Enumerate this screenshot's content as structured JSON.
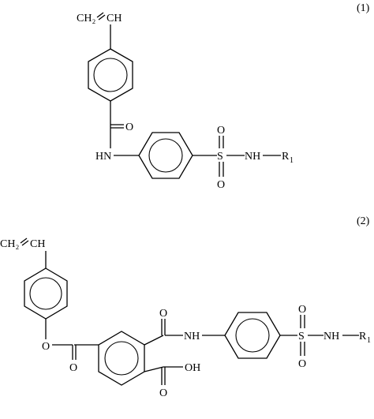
{
  "structure_1": {
    "number": "(1)",
    "vinyl_ch2": "CH₂",
    "vinyl_ch": "CH",
    "carbonyl_o": "O",
    "amide_nh": "HN",
    "sulfonyl_s": "S",
    "sulfonyl_o_top": "O",
    "sulfonyl_o_bottom": "O",
    "sulfonamide_nh": "NH",
    "r_group": "R",
    "r_subscript": "1"
  },
  "structure_2": {
    "number": "(2)",
    "vinyl_ch2": "CH₂",
    "vinyl_ch": "CH",
    "ester_o": "O",
    "ester_carbonyl_o": "O",
    "amide_carbonyl_o": "O",
    "amide_nh": "NH",
    "sulfonyl_s": "S",
    "sulfonyl_o_top": "O",
    "sulfonyl_o_bottom": "O",
    "sulfonamide_nh": "NH",
    "r_group": "R",
    "r_subscript": "1",
    "acid_oh": "OH",
    "acid_carbonyl_o": "O"
  }
}
